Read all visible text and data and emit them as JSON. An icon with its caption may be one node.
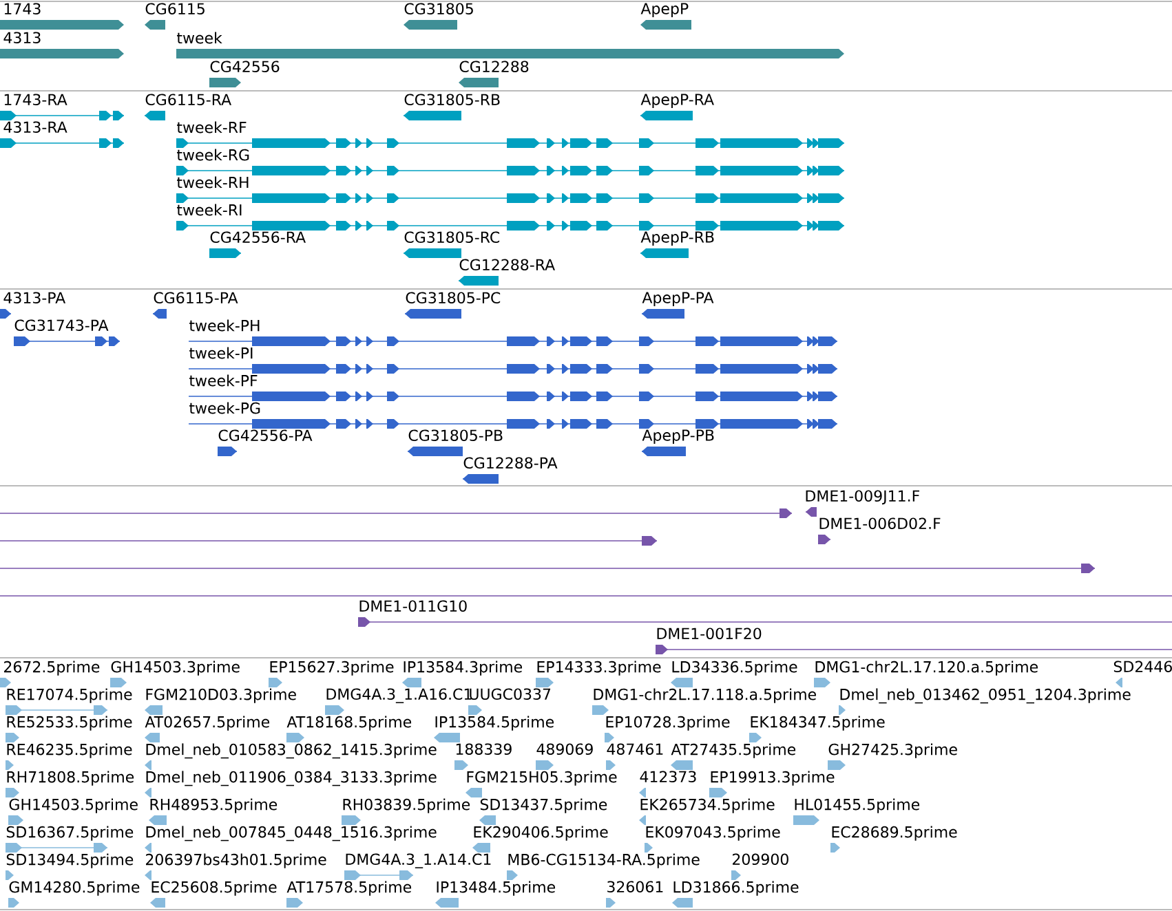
{
  "diagram": {
    "labels": [
      "1743",
      "CG6115",
      "CG31805",
      "ApepP",
      "4313",
      "tweek",
      "CG42556",
      "CG12288",
      "1743-RA",
      "CG6115-RA",
      "CG31805-RB",
      "ApepP-RA",
      "4313-RA",
      "tweek-RF",
      "tweek-RG",
      "tweek-RH",
      "tweek-RI",
      "CG42556-RA",
      "CG31805-RC",
      "ApepP-RB",
      "CG12288-RA",
      "4313-PA",
      "CG6115-PA",
      "CG31805-PC",
      "ApepP-PA",
      "CG31743-PA",
      "tweek-PH",
      "tweek-PI",
      "tweek-PF",
      "tweek-PG",
      "CG42556-PA",
      "CG31805-PB",
      "ApepP-PB",
      "CG12288-PA",
      "DME1-009J11.F",
      "DME1-006D02.F",
      "DME1-011G10",
      "DME1-001F20",
      "2672.5prime",
      "GH14503.3prime",
      "EP15627.3prime",
      "IP13584.3prime",
      "EP14333.3prime",
      "LD34336.5prime",
      "DMG1-chr2L.17.120.a.5prime",
      "SD2446",
      "RE17074.5prime",
      "FGM210D03.3prime",
      "DMG4A.3_1.A16.C1",
      "UUGC0337",
      "DMG1-chr2L.17.118.a.5prime",
      "Dmel_neb_013462_0951_1204.3prime",
      "RE52533.5prime",
      "AT02657.5prime",
      "AT18168.5prime",
      "IP13584.5prime",
      "EP10728.3prime",
      "EK184347.5prime",
      "RE46235.5prime",
      "Dmel_neb_010583_0862_1415.3prime",
      "188339",
      "489069",
      "487461",
      "AT27435.5prime",
      "GH27425.3prime",
      "RH71808.5prime",
      "Dmel_neb_011906_0384_3133.3prime",
      "FGM215H05.3prime",
      "412373",
      "EP19913.3prime",
      "GH14503.5prime",
      "RH48953.5prime",
      "RH03839.5prime",
      "SD13437.5prime",
      "EK265734.5prime",
      "HL01455.5prime",
      "SD16367.5prime",
      "Dmel_neb_007845_0448_1516.3prime",
      "EK290406.5prime",
      "EK097043.5prime",
      "EC28689.5prime",
      "SD13494.5prime",
      "206397bs43h01.5prime",
      "DMG4A.3_1.A14.C1",
      "MB6-CG15134-RA.5prime",
      "209900",
      "GM14280.5prime",
      "EC25608.5prime",
      "AT17578.5prime",
      "IP13484.5prime",
      "326061",
      "LD31866.5prime"
    ]
  }
}
